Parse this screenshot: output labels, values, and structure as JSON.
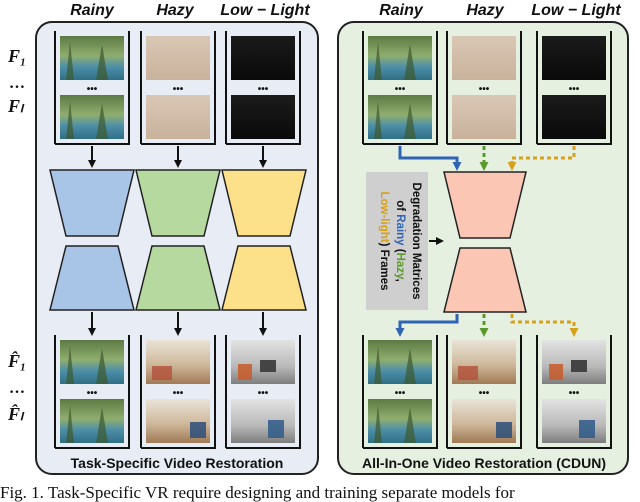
{
  "left_panel": {
    "title": "Task-Specific Video Restoration",
    "columns": [
      "Rainy",
      "Hazy",
      "Low − Light"
    ]
  },
  "right_panel": {
    "title": "All-In-One Video Restoration (CDUN)",
    "columns": [
      "Rainy",
      "Hazy",
      "Low − Light"
    ],
    "degradation_box": {
      "line1": "Degradation Matrices",
      "line2_prefix": "of ",
      "line2_rainy": "Rainy",
      "line2_mid": " (",
      "line2_hazy": "Hazy",
      "line2_end": ",",
      "line3_lowlight": "Low-light",
      "line3_end": ") Frames"
    }
  },
  "row_labels": {
    "first_input": "F₁",
    "dots": "…",
    "last_input": "Fₗ",
    "first_output": "F̂₁",
    "last_output": "F̂ₗ"
  },
  "frame_dots": "•••",
  "caption": "Fig. 1.  Task-Specific VR require designing and training separate models for",
  "colors": {
    "panel_left_bg": "#e8ecf5",
    "panel_right_bg": "#e6f0e1",
    "rainy_net": "#a8c4e6",
    "hazy_net": "#b6d9a0",
    "lowlight_net": "#fde18a",
    "cdun_net": "#fbc7b4",
    "blue_arrow": "#2f64b5",
    "green_arrow": "#5a9a2c",
    "orange_arrow": "#d6a11b",
    "degradation_box": "#cfcfcf"
  }
}
